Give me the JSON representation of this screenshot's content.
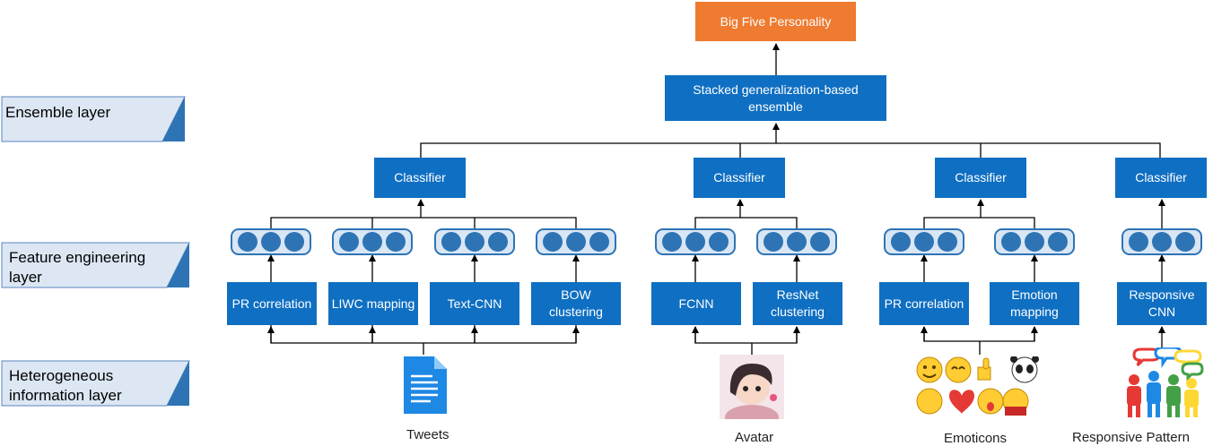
{
  "top": {
    "label": "Big Five Personality",
    "color": "#ee7b30"
  },
  "ensemble": {
    "label": "Stacked generalization-based ensemble"
  },
  "classifiers": [
    {
      "label": "Classifier"
    },
    {
      "label": "Classifier"
    },
    {
      "label": "Classifier"
    },
    {
      "label": "Classifier"
    }
  ],
  "methods": [
    {
      "label": "PR correlation"
    },
    {
      "label": "LIWC mapping"
    },
    {
      "label": "Text-CNN"
    },
    {
      "label": "BOW clustering"
    },
    {
      "label": "FCNN"
    },
    {
      "label": "ResNet clustering"
    },
    {
      "label": "PR correlation"
    },
    {
      "label": "Emotion mapping"
    },
    {
      "label": "Responsive CNN"
    }
  ],
  "layers": [
    {
      "label": "Ensemble layer"
    },
    {
      "label": "Feature engineering layer"
    },
    {
      "label": "Heterogeneous information layer"
    }
  ],
  "inputs": [
    {
      "label": "Tweets",
      "icon": "document-icon"
    },
    {
      "label": "Avatar",
      "icon": "avatar-image"
    },
    {
      "label": "Emoticons",
      "icon": "emoticons-image"
    },
    {
      "label": "Responsive Pattern",
      "icon": "people-chat-icon"
    }
  ],
  "colors": {
    "node": "#0f6fc2",
    "accent": "#2e74b5",
    "wire": "#000000"
  }
}
